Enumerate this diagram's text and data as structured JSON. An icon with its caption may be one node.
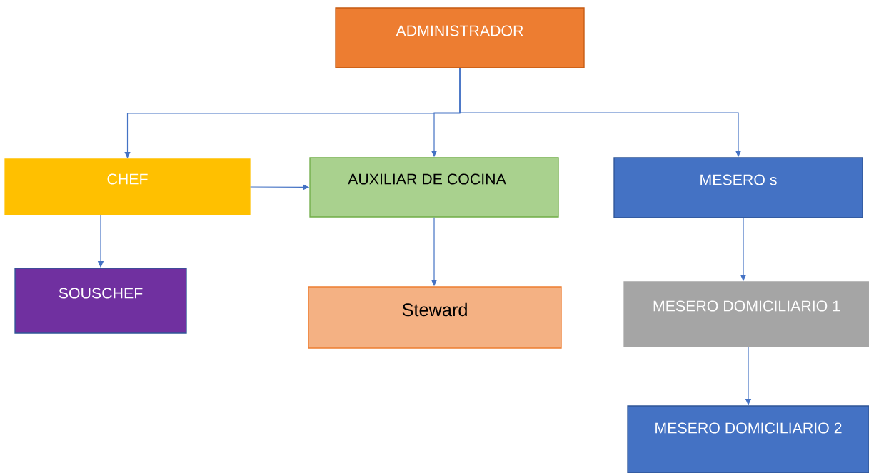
{
  "diagram": {
    "nodes": [
      {
        "text": [
          "ADMINISTRADOR"
        ]
      },
      {
        "text": [
          "CHEF"
        ]
      },
      {
        "text": [
          "AUXILIAR DE COCINA"
        ]
      },
      {
        "text": [
          "MESERO s"
        ]
      },
      {
        "text": [
          "SOUSCHEF"
        ]
      },
      {
        "text": [
          "Steward"
        ]
      },
      {
        "text": [
          "MESERO DOMICILIARIO 1"
        ]
      },
      {
        "text": [
          "MESERO DOMICILIARIO 2"
        ]
      }
    ],
    "edges": [
      {
        "from": 0,
        "to": 1,
        "arrow": "to"
      },
      {
        "from": 0,
        "to": 2,
        "arrow": "to"
      },
      {
        "from": 0,
        "to": 3,
        "arrow": "to"
      },
      {
        "from": 1,
        "to": 2,
        "arrow": "to"
      },
      {
        "from": 1,
        "to": 4,
        "arrow": "to"
      },
      {
        "from": 2,
        "to": 5,
        "arrow": "to"
      },
      {
        "from": 3,
        "to": 6,
        "arrow": "to"
      },
      {
        "from": 6,
        "to": 7,
        "arrow": "to"
      }
    ]
  }
}
